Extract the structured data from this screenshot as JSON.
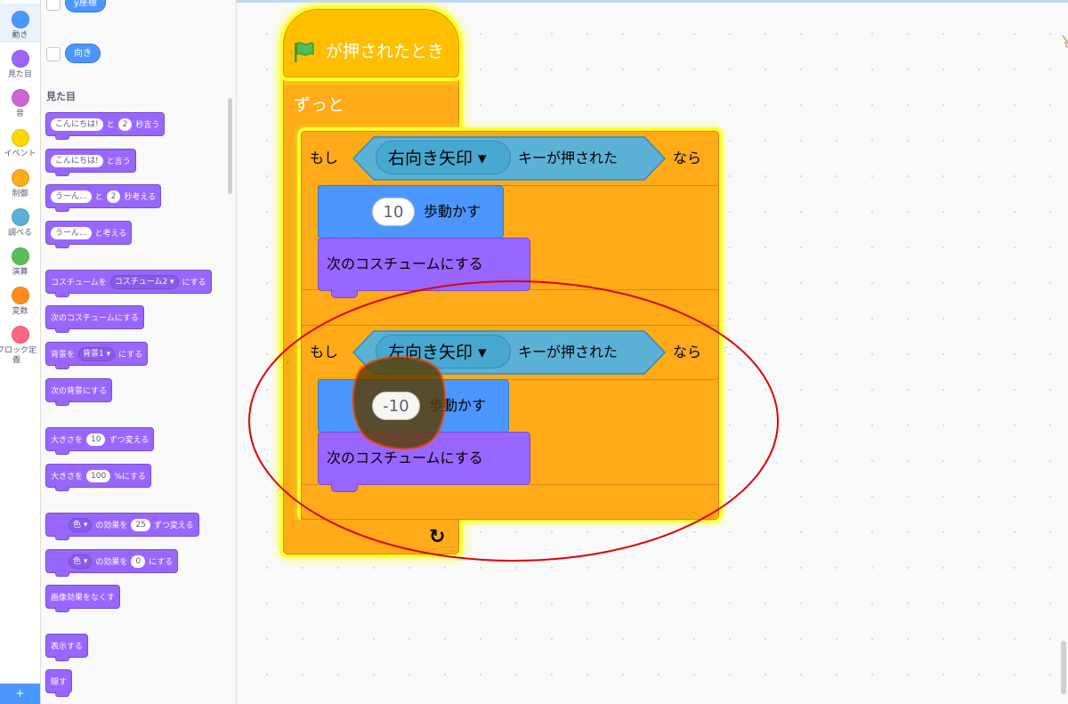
{
  "categories": [
    {
      "label": "動き",
      "color": "#4c97ff",
      "selected": true
    },
    {
      "label": "見た目",
      "color": "#9966ff"
    },
    {
      "label": "音",
      "color": "#cf63cf"
    },
    {
      "label": "イベント",
      "color": "#ffd500"
    },
    {
      "label": "制御",
      "color": "#ffab19"
    },
    {
      "label": "調べる",
      "color": "#5cb1d6"
    },
    {
      "label": "演算",
      "color": "#59c059"
    },
    {
      "label": "変数",
      "color": "#ff8c1a"
    },
    {
      "label": "ブロック定義",
      "color": "#ff6680"
    }
  ],
  "extension_button": "+",
  "palette": {
    "motion_reporters": [
      "y座標",
      "向き"
    ],
    "looks_title": "見た目",
    "b_say_timed": {
      "a": "こんにちは!",
      "b": "と",
      "c": "2",
      "d": "秒言う"
    },
    "b_say": {
      "a": "こんにちは!",
      "b": "と言う"
    },
    "b_think_timed": {
      "a": "うーん...",
      "b": "と",
      "c": "2",
      "d": "秒考える"
    },
    "b_think": {
      "a": "うーん...",
      "b": "と考える"
    },
    "b_switch_costume": {
      "a": "コスチュームを",
      "b": "コスチューム2 ▾",
      "c": "にする"
    },
    "b_next_costume": "次のコスチュームにする",
    "b_switch_backdrop": {
      "a": "背景を",
      "b": "背景1 ▾",
      "c": "にする"
    },
    "b_next_backdrop": "次の背景にする",
    "b_change_size": {
      "a": "大きさを",
      "b": "10",
      "c": "ずつ変える"
    },
    "b_set_size": {
      "a": "大きさを",
      "b": "100",
      "c": "%にする"
    },
    "b_change_effect": {
      "a": "色 ▾",
      "b": "の効果を",
      "c": "25",
      "d": "ずつ変える"
    },
    "b_set_effect": {
      "a": "色 ▾",
      "b": "の効果を",
      "c": "0",
      "d": "にする"
    },
    "b_clear_effects": "画像効果をなくす",
    "b_show": "表示する",
    "b_hide": "隠す"
  },
  "script": {
    "hat": "が押されたとき",
    "forever": "ずっと",
    "if1": {
      "if": "もし",
      "key": "右向き矢印 ▾",
      "pressed": "キーが押された",
      "then": "なら"
    },
    "move1": {
      "steps": "10",
      "label": "歩動かす"
    },
    "next1": "次のコスチュームにする",
    "if2": {
      "if": "もし",
      "key": "左向き矢印 ▾",
      "pressed": "キーが押された",
      "then": "なら"
    },
    "move2": {
      "steps": "-10",
      "label": "歩動かす"
    },
    "next2": "次のコスチュームにする",
    "loop_arrow": "↻"
  },
  "colors": {
    "motion": "#4c97ff",
    "looks": "#9966ff",
    "control": "#ffab19",
    "events": "#ffbf00",
    "sensing": "#5cb1d6",
    "highlight": "#ffff2b",
    "annotation_red": "#e00000",
    "annotation_marker": "#5a3d00"
  },
  "icons": {
    "hat": "green-flag-icon",
    "loop": "loop-arrow-icon"
  }
}
